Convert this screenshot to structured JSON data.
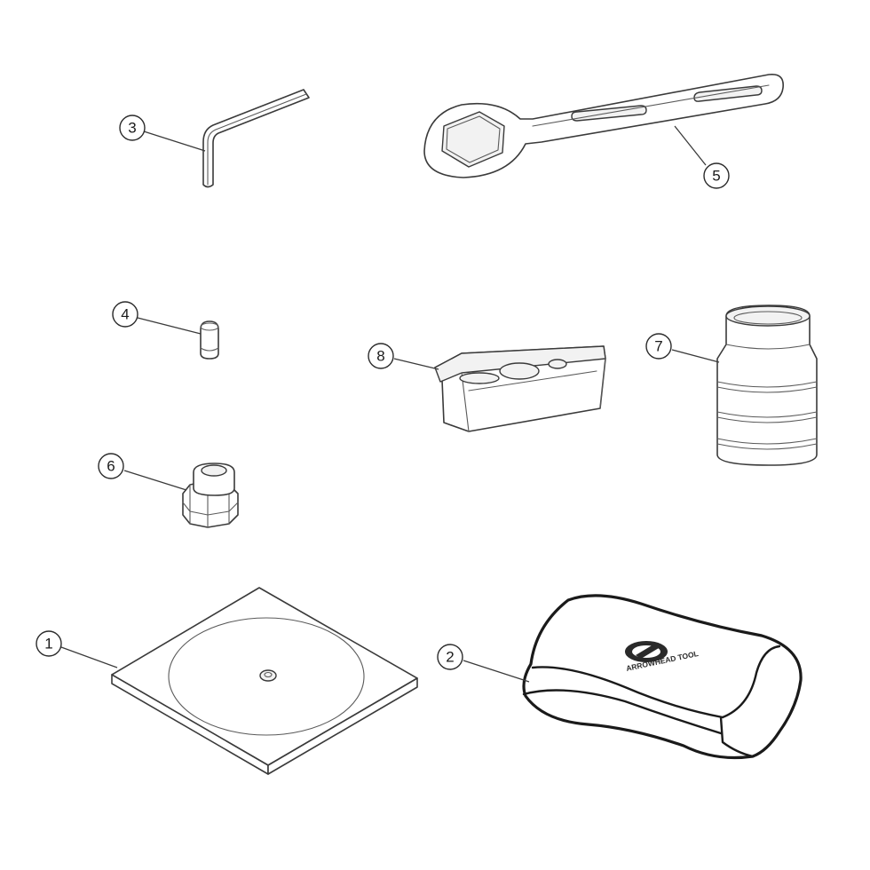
{
  "callouts": {
    "c1": "1",
    "c2": "2",
    "c3": "3",
    "c4": "4",
    "c5": "5",
    "c6": "6",
    "c7": "7",
    "c8": "8"
  },
  "logo_text": "ARROWHEAD TOOL"
}
